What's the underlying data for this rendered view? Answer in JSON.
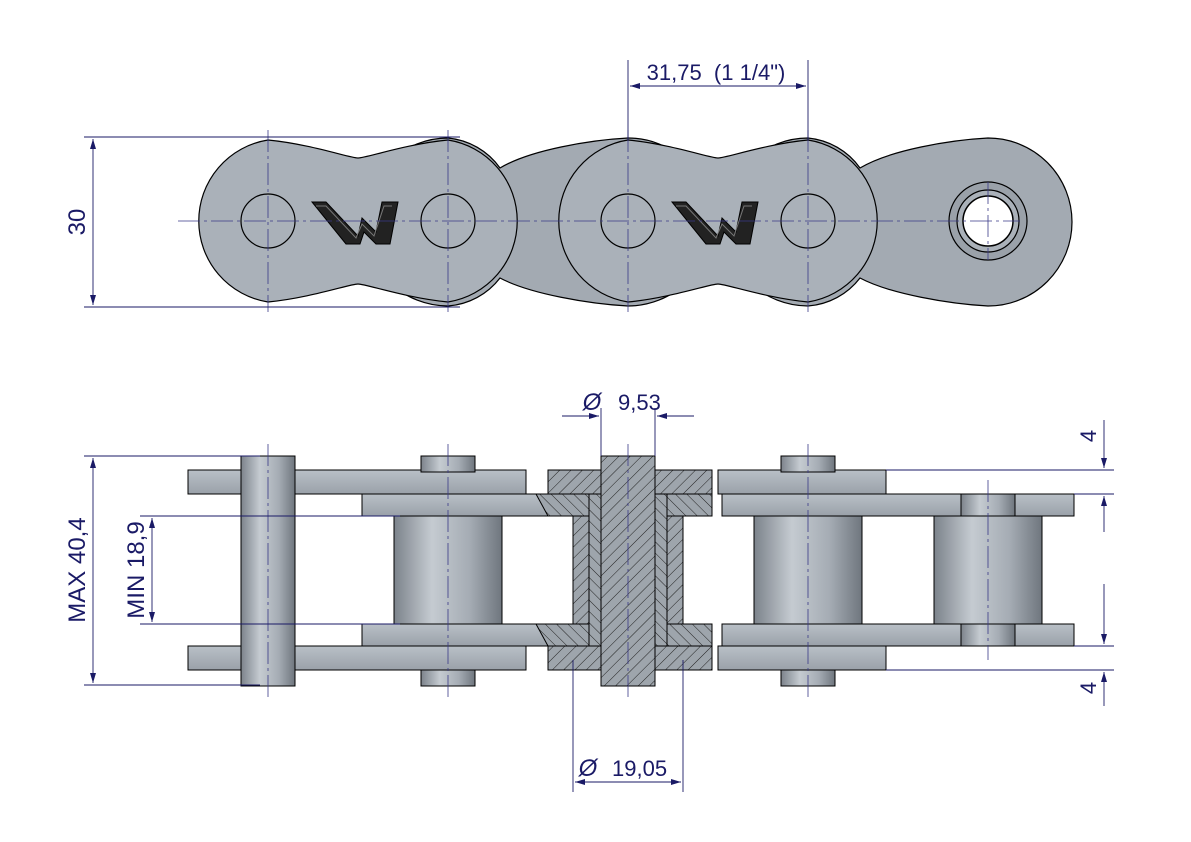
{
  "dimensions": {
    "pitch": "31,75  (1 1/4\")",
    "height": "30",
    "pin_diameter": "9,53",
    "roller_diameter": "19,05",
    "max_width": "MAX 40,4",
    "min_inner_width": "MIN 18,9",
    "plate_thickness_top": "4",
    "plate_thickness_bottom": "4"
  },
  "symbols": {
    "diameter_symbol": "Ø"
  },
  "colors": {
    "dimension_line": "#1a1a66",
    "center_line": "#3a3a88",
    "plate_fill": "#aab1b9",
    "plate_stroke": "#000000",
    "hatch_fill": "#9aa1a8",
    "logo": "#333333"
  },
  "icons": [
    "brand-logo-icon"
  ]
}
